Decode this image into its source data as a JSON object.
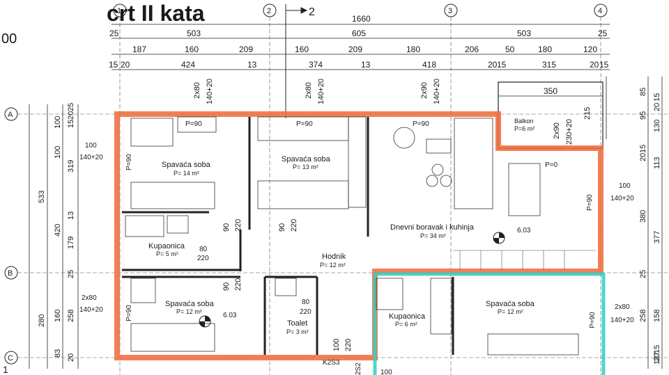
{
  "title": "crt II kata",
  "scale_fragment": "00",
  "corner_fragment": "1",
  "colors": {
    "outline_orange": "#ef6a3a",
    "outline_cyan": "#2fd0c6",
    "line": "#222222"
  },
  "axis_markers": {
    "columns": [
      "1",
      "2",
      "3",
      "4"
    ],
    "rows": [
      "A",
      "B",
      "C"
    ],
    "section_arrow_label": "2"
  },
  "top_dimensions": {
    "overall": "1660",
    "row1": [
      "25",
      "503",
      "605",
      "503",
      "25"
    ],
    "row2": [
      "187",
      "160",
      "209",
      "160",
      "209",
      "180",
      "206",
      "50",
      "180",
      "120"
    ],
    "row3": [
      "15",
      "20",
      "424",
      "13",
      "374",
      "13",
      "418",
      "20",
      "15",
      "315",
      "20",
      "15"
    ],
    "balcony_width": "350"
  },
  "left_dimensions": {
    "col_outer": [
      "533",
      "280"
    ],
    "col_mid": [
      "100",
      "100",
      "420",
      "160"
    ],
    "col_inner": [
      "25",
      "20",
      "15",
      "319",
      "13",
      "179",
      "25",
      "258",
      "83",
      "20"
    ]
  },
  "right_dimensions": {
    "col_a": [
      "85",
      "95",
      "20",
      "15",
      "380",
      "25",
      "258",
      "127"
    ],
    "col_b": [
      "215",
      "130",
      "113",
      "377",
      "158"
    ],
    "col_c": [
      "20",
      "15",
      "20",
      "15"
    ]
  },
  "openings": {
    "w1": [
      "2x80",
      "140+20"
    ],
    "w2": [
      "2x80",
      "140+20"
    ],
    "w3": [
      "2x90",
      "140+20"
    ],
    "w_balcony": [
      "2x90",
      "230+20"
    ],
    "w_left_top": [
      "100",
      "140+20"
    ],
    "w_right": [
      "100",
      "140+20"
    ],
    "w_left_bottom": [
      "2x80",
      "140+20"
    ],
    "w_right_bottom": [
      "2x80",
      "140+20"
    ],
    "d1": [
      "90",
      "220"
    ],
    "d2": [
      "90",
      "220"
    ],
    "d3": [
      "80",
      "220"
    ],
    "d4": [
      "90",
      "220"
    ],
    "d5": [
      "80",
      "220"
    ],
    "d6": [
      "100",
      "220"
    ],
    "sill_labels": [
      "P=90",
      "P=90",
      "P=90",
      "P=90",
      "P=90",
      "P=0",
      "P=90",
      "P=90"
    ],
    "bottom_fragments": [
      "K2S3",
      "100",
      "2S2"
    ]
  },
  "rooms": [
    {
      "name": "Spavaća soba",
      "area": "P= 14 m²"
    },
    {
      "name": "Spavaća soba",
      "area": "P= 13 m²"
    },
    {
      "name": "Balkon",
      "area": "P=6 m²"
    },
    {
      "name": "Dnevni boravak i kuhinja",
      "area": "P= 34 m²"
    },
    {
      "name": "Kupaonica",
      "area": "P= 5 m²"
    },
    {
      "name": "Hodnik",
      "area": "P= 12 m²"
    },
    {
      "name": "Spavaća soba",
      "area": "P= 12 m²"
    },
    {
      "name": "Toalet",
      "area": "P= 3 m²"
    },
    {
      "name": "Kupaonica",
      "area": "P= 6 m²"
    },
    {
      "name": "Spavaća soba",
      "area": "P= 12 m²"
    }
  ],
  "levels": [
    "6.03",
    "6.03"
  ]
}
